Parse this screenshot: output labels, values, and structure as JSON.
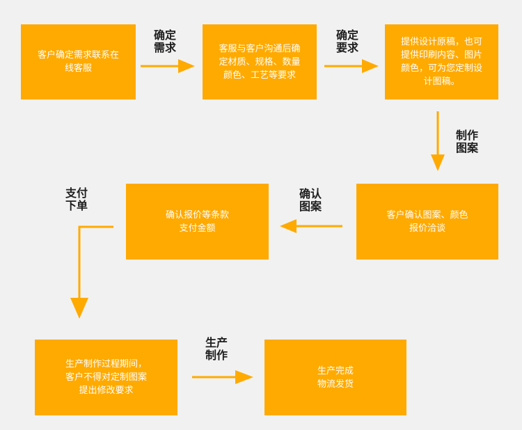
{
  "colors": {
    "box": "#ffaa00",
    "arrow": "#ffaa00",
    "background": "#f1f1f1",
    "box_text": "#ffffff",
    "label_text": "#1e1e1e"
  },
  "steps": {
    "s1": "客户确定需求联系在\n线客服",
    "s2": "客服与客户沟通后确\n定材质、规格、数量\n颜色、工艺等要求",
    "s3": "提供设计原稿，也可\n提供印刷内容、图片\n颜色，可为您定制设\n计图稿。",
    "s4": "客户确认图案、颜色\n报价洽谈",
    "s5": "确认报价等条款\n支付金额",
    "s6": "生产制作过程期间，\n客户不得对定制图案\n提出修改要求",
    "s7": "生产完成\n物流发货"
  },
  "arrow_labels": {
    "a1": "确定\n需求",
    "a2": "确定\n要求",
    "a3": "制作\n图案",
    "a4": "确认\n图案",
    "a5": "支付\n下单",
    "a6": "生产\n制作"
  }
}
